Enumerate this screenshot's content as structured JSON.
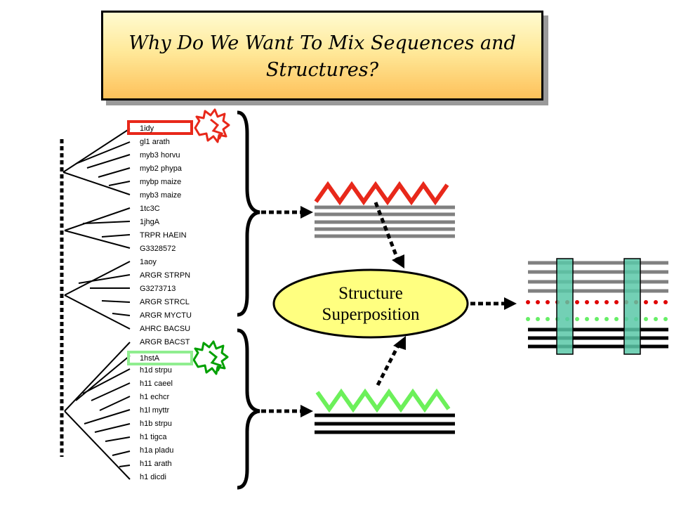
{
  "title": "Why Do We Want To Mix Sequences and Structures?",
  "tree": {
    "leaves": [
      "1idy",
      "gl1 arath",
      "myb3 horvu",
      "myb2 phypa",
      "mybp maize",
      "myb3 maize",
      "1tc3C",
      "1jhgA",
      "TRPR HAEIN",
      "G3328572",
      "1aoy",
      "ARGR STRPN",
      "G3273713",
      "ARGR STRCL",
      "ARGR MYCTU",
      "AHRC BACSU",
      "ARGR BACST",
      "1hstA",
      "h1d strpu",
      "h11 caeel",
      "h1 echcr",
      "h1l myttr",
      "h1b strpu",
      "h1 tigca",
      "h1a pladu",
      "h11 arath",
      "h1 dicdi"
    ],
    "highlighted": [
      {
        "leaf": "1idy",
        "color": "#e8281a"
      },
      {
        "leaf": "1hstA",
        "color": "#90ee90"
      }
    ]
  },
  "oval": {
    "line1": "Structure",
    "line2": "Superposition",
    "fill": "#ffff80"
  },
  "colors": {
    "red_structure": "#e8281a",
    "green_structure": "#6cf05a",
    "dark_green_structure": "#00a000",
    "gray_lines": "#808080",
    "red_dots": "#e00000",
    "green_dots": "#66ee66",
    "teal_column": "#5bc8a8"
  }
}
